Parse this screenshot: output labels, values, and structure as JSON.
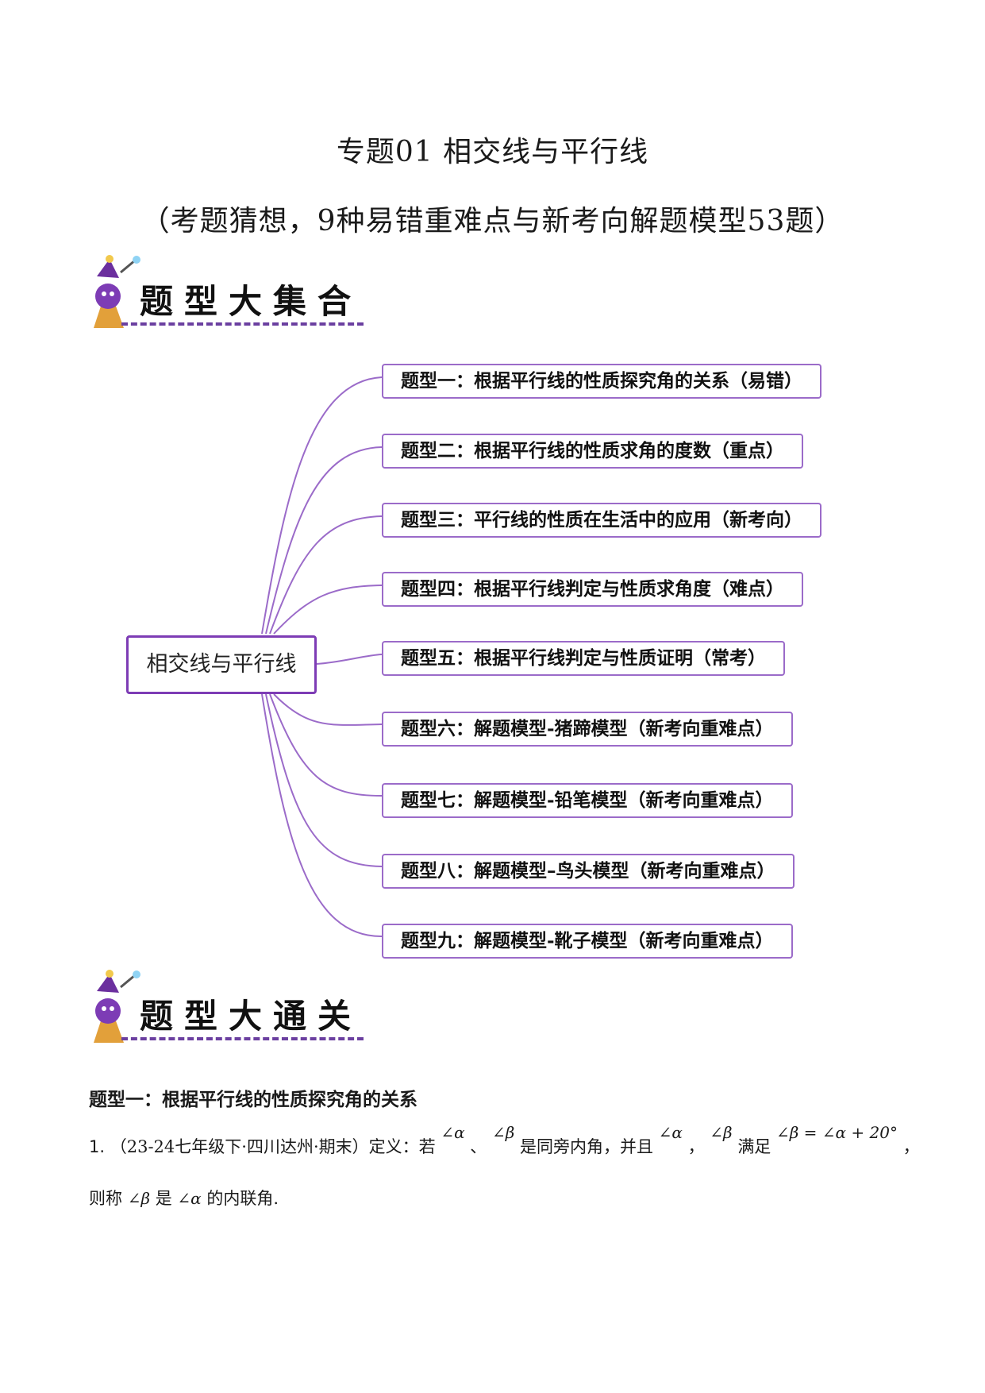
{
  "title": "专题01  相交线与平行线",
  "subtitle": "（考题猜想，9种易错重难点与新考向解题模型53题）",
  "banner1": "题型大集合",
  "banner2": "题型大通关",
  "mindmap": {
    "center": "相交线与平行线",
    "branches": [
      "题型一：根据平行线的性质探究角的关系（易错）",
      "题型二：根据平行线的性质求角的度数（重点）",
      "题型三：平行线的性质在生活中的应用（新考向）",
      "题型四：根据平行线判定与性质求角度（难点）",
      "题型五：根据平行线判定与性质证明（常考）",
      "题型六：解题模型-猪蹄模型（新考向重难点）",
      "题型七：解题模型-铅笔模型（新考向重难点）",
      "题型八：解题模型–鸟头模型（新考向重难点）",
      "题型九：解题模型-靴子模型（新考向重难点）"
    ],
    "accent_color": "#7d3cb5"
  },
  "section1": {
    "heading": "题型一：根据平行线的性质探究角的关系",
    "q1": {
      "number": "1.",
      "source": "（23-24七年级下·四川达州·期末）定义：若",
      "alpha": "∠α",
      "sep1": "、",
      "beta": "∠β",
      "text2": "是同旁内角，并且",
      "alpha2": "∠α",
      "sep2": "，",
      "beta2": "∠β",
      "text3": "满足",
      "formula": "∠β = ∠α + 20°",
      "end": "，",
      "line2_a": "则称",
      "line2_beta": "∠β",
      "line2_b": "是",
      "line2_alpha": "∠α",
      "line2_c": "的内联角."
    }
  }
}
